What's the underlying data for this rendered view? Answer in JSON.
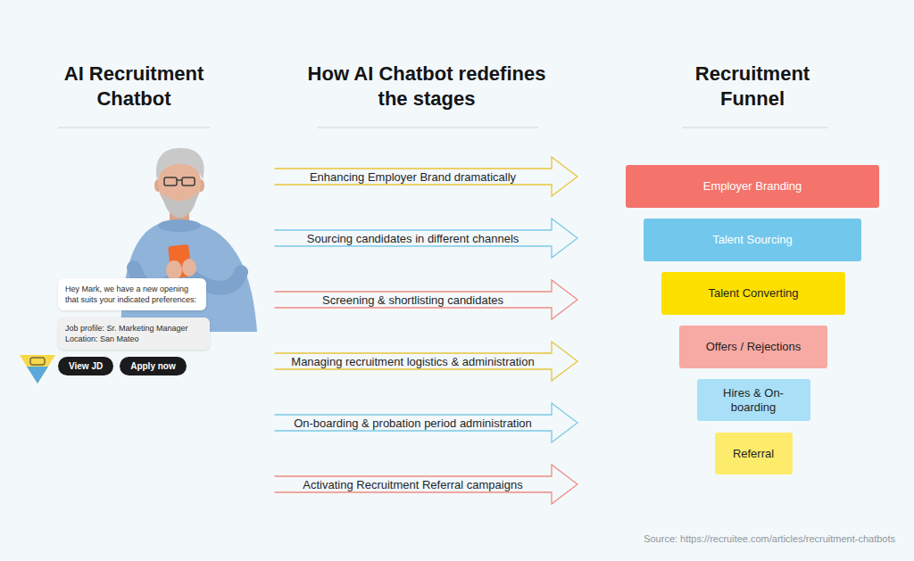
{
  "diagram": {
    "caption": "Source: https://recruitee.com/articles/recruitment-chatbots",
    "nodes": [
      {
        "text": [
          "Hey Mark, we have a new opening that suits your indicated preferences:"
        ]
      },
      {
        "text": [
          "Job profile: Sr. Marketing Manager Location: San Mateo"
        ]
      },
      {
        "text": [
          "View JD"
        ]
      },
      {
        "text": [
          "Apply now"
        ]
      },
      {
        "text": [
          "Enhancing Employer Brand dramatically"
        ]
      },
      {
        "text": [
          "Sourcing candidates in different channels"
        ]
      },
      {
        "text": [
          "Screening & shortlisting candidates"
        ]
      },
      {
        "text": [
          "Managing recruitment logistics & administration"
        ]
      },
      {
        "text": [
          "On-boarding & probation period administration"
        ]
      },
      {
        "text": [
          "Activating Recruitment Referral campaigns"
        ]
      },
      {
        "text": [
          "Employer Branding"
        ]
      },
      {
        "text": [
          "Talent Sourcing"
        ]
      },
      {
        "text": [
          "Talent Converting"
        ]
      },
      {
        "text": [
          "Offers / Rejections"
        ]
      },
      {
        "text": [
          "Hires & On-boarding"
        ]
      },
      {
        "text": [
          "Referral"
        ]
      }
    ],
    "labels": [
      "AI Recruitment Chatbot",
      "How AI Chatbot redefines the stages",
      "Recruitment Funnel"
    ]
  }
}
